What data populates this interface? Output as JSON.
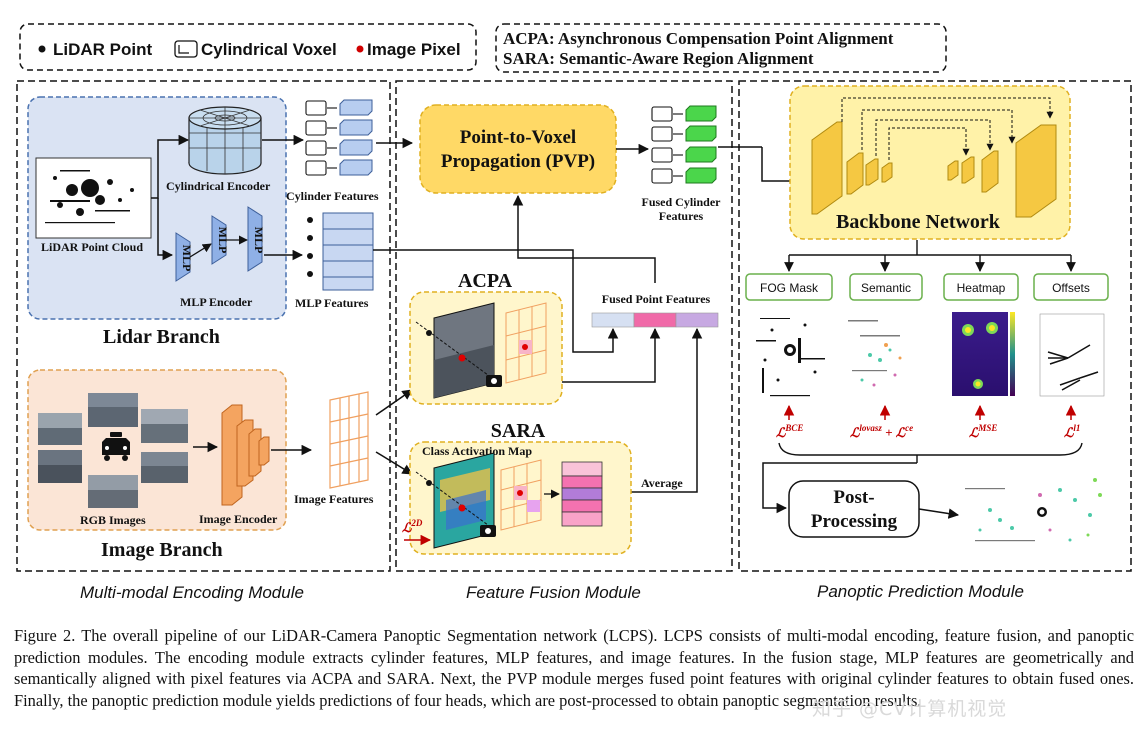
{
  "legend": {
    "lidar_point": "LiDAR Point",
    "cylindrical_voxel": "Cylindrical Voxel",
    "image_pixel": "Image Pixel"
  },
  "abbreviations": {
    "acpa": "ACPA: Asynchronous Compensation Point Alignment",
    "sara": "SARA: Semantic-Aware Region Alignment"
  },
  "encoding": {
    "lidar_point_cloud": "LiDAR Point Cloud",
    "cylindrical_encoder": "Cylindrical Encoder",
    "cylinder_features": "Cylinder Features",
    "mlp": "MLP",
    "mlp_encoder": "MLP Encoder",
    "mlp_features": "MLP Features",
    "lidar_branch": "Lidar Branch",
    "rgb_images": "RGB Images",
    "image_encoder": "Image Encoder",
    "image_features": "Image Features",
    "image_branch": "Image Branch"
  },
  "fusion": {
    "pvp_line1": "Point-to-Voxel",
    "pvp_line2": "Propagation (PVP)",
    "fused_cylinder_line1": "Fused Cylinder",
    "fused_cylinder_line2": "Features",
    "fused_point_features": "Fused Point Features",
    "acpa": "ACPA",
    "sara": "SARA",
    "class_activation_map": "Class Activation Map",
    "average": "Average",
    "loss_2d": "2D"
  },
  "prediction": {
    "backbone": "Backbone Network",
    "heads": [
      "FOG Mask",
      "Semantic",
      "Heatmap",
      "Offsets"
    ],
    "losses": [
      {
        "sup": "BCE"
      },
      {
        "sup": "lovasz",
        "plus": "+",
        "sup2": "ce"
      },
      {
        "sup": "MSE"
      },
      {
        "sup": "l1"
      }
    ],
    "post_line1": "Post-",
    "post_line2": "Processing"
  },
  "modules": {
    "encoding": "Multi-modal Encoding Module",
    "fusion": "Feature Fusion Module",
    "prediction": "Panoptic Prediction Module"
  },
  "caption": "Figure 2. The overall pipeline of our LiDAR-Camera Panoptic Segmentation network (LCPS). LCPS consists of multi-modal encoding, feature fusion, and panoptic prediction modules. The encoding module extracts cylinder features, MLP features, and image features. In the fusion stage, MLP features are geometrically and semantically aligned with pixel features via ACPA and SARA. Next, the PVP module merges fused point features with original cylinder features to obtain fused ones. Finally, the panoptic prediction module yields predictions of four heads, which are post-processed to obtain panoptic segmentation results.",
  "watermark": "知乎 @CV计算机视觉",
  "colors": {
    "lidar_bg": "#dae3f3",
    "image_bg": "#fbe5d6",
    "yellow_bg": "#fff2a8",
    "pvp_fill": "#ffd966",
    "green_box": "#4bd64b",
    "blue_box": "#8fb0e6",
    "loss_red": "#c00000"
  }
}
